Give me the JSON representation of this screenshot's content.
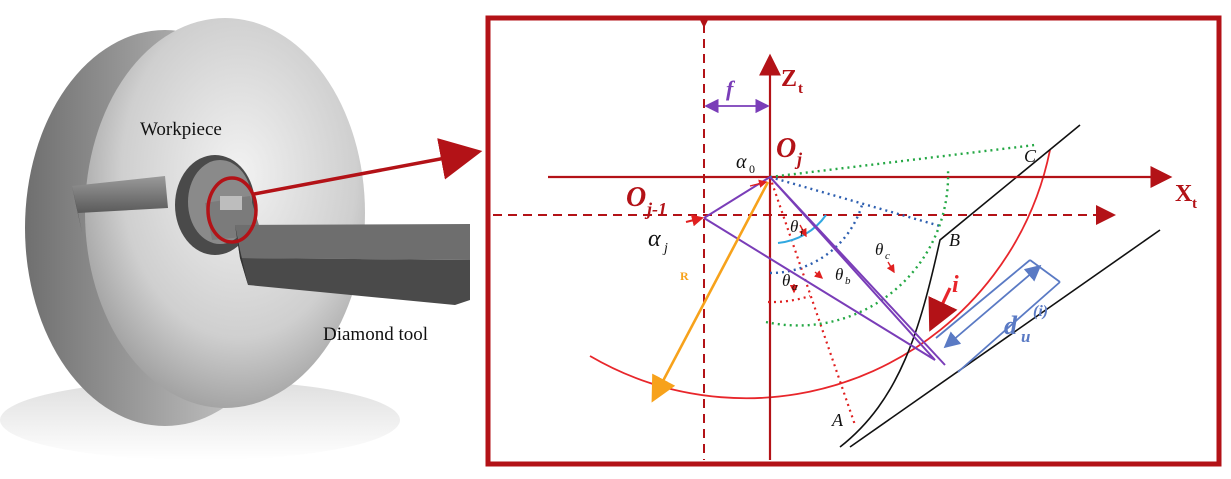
{
  "left_panel": {
    "workpiece_label": "Workpiece",
    "tool_label": "Diamond tool"
  },
  "right_panel": {
    "axis_z_main": "Z",
    "axis_z_sub": "t",
    "axis_x_main": "X",
    "axis_x_sub": "t",
    "feed_label": "f",
    "center_label_main": "O",
    "center_label_sub": "j",
    "prev_center_main": "O",
    "prev_center_sub": "j-1",
    "alpha0_main": "α",
    "alpha0_sub": "0",
    "alphaj_main": "α",
    "alphaj_sub": "j",
    "theta_main": "θ",
    "theta_i_sub": "i",
    "theta_a_sub": "a",
    "theta_b_sub": "b",
    "theta_c_sub": "c",
    "radius_label": "R",
    "point_a": "A",
    "point_b": "B",
    "point_c": "C",
    "i_label": "i",
    "du_main": "d",
    "du_sub": "u",
    "du_sup": "(i)"
  },
  "colors": {
    "frame": "#b31217",
    "axis": "#b31217",
    "circle": "#e8262b",
    "purple": "#7a3db8",
    "dotted_blue": "#2e5fb0",
    "dotted_green": "#25a845",
    "dotted_red": "#e02020",
    "orange": "#f7a21b",
    "cyan": "#31a8e0",
    "tool_blue": "#5a7ac4",
    "black": "#111111"
  }
}
